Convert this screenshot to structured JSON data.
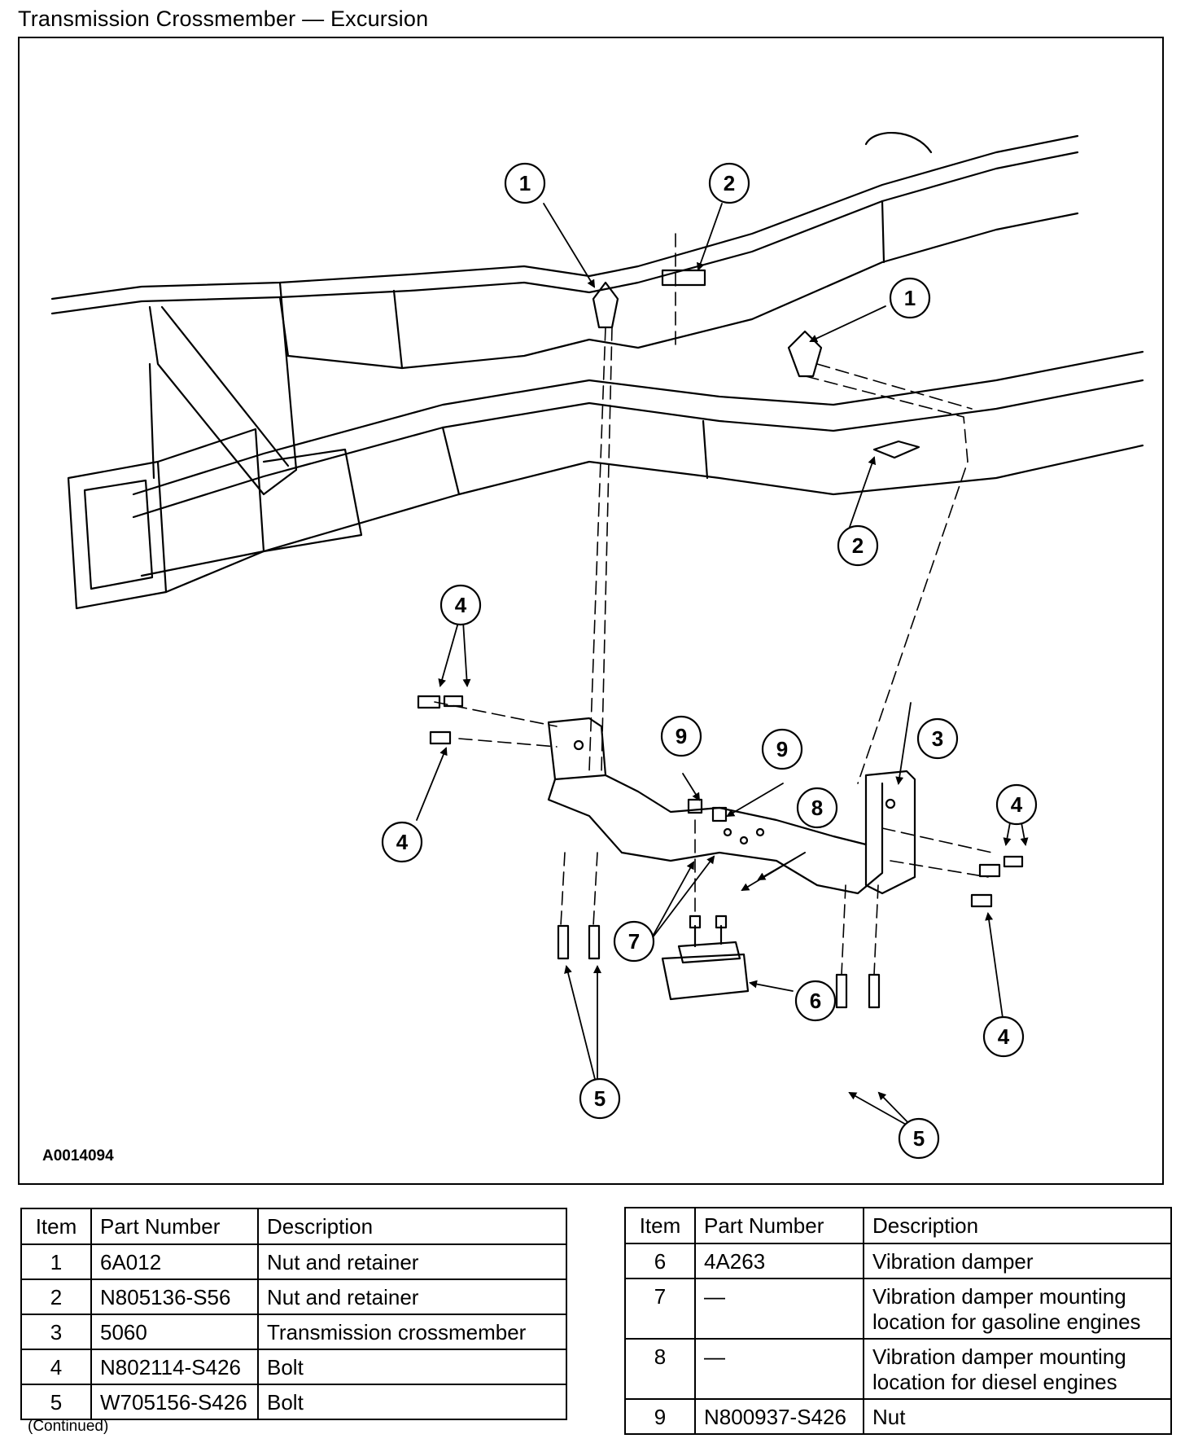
{
  "title": "Transmission Crossmember — Excursion",
  "figure_id": "A0014094",
  "callouts": [
    "1",
    "2",
    "1",
    "2",
    "3",
    "4",
    "4",
    "4",
    "4",
    "5",
    "5",
    "6",
    "7",
    "8",
    "9",
    "9"
  ],
  "table_headers": {
    "item": "Item",
    "part_number": "Part Number",
    "description": "Description"
  },
  "parts_left": [
    {
      "item": "1",
      "part": "6A012",
      "desc": "Nut and retainer"
    },
    {
      "item": "2",
      "part": "N805136-S56",
      "desc": "Nut and retainer"
    },
    {
      "item": "3",
      "part": "5060",
      "desc": "Transmission crossmember"
    },
    {
      "item": "4",
      "part": "N802114-S426",
      "desc": "Bolt"
    },
    {
      "item": "5",
      "part": "W705156-S426",
      "desc": "Bolt"
    }
  ],
  "parts_right": [
    {
      "item": "6",
      "part": "4A263",
      "desc": "Vibration damper"
    },
    {
      "item": "7",
      "part": "—",
      "desc": "Vibration damper mounting location for gasoline engines"
    },
    {
      "item": "8",
      "part": "—",
      "desc": "Vibration damper mounting location for diesel engines"
    },
    {
      "item": "9",
      "part": "N800937-S426",
      "desc": "Nut"
    }
  ],
  "continued": "(Continued)"
}
